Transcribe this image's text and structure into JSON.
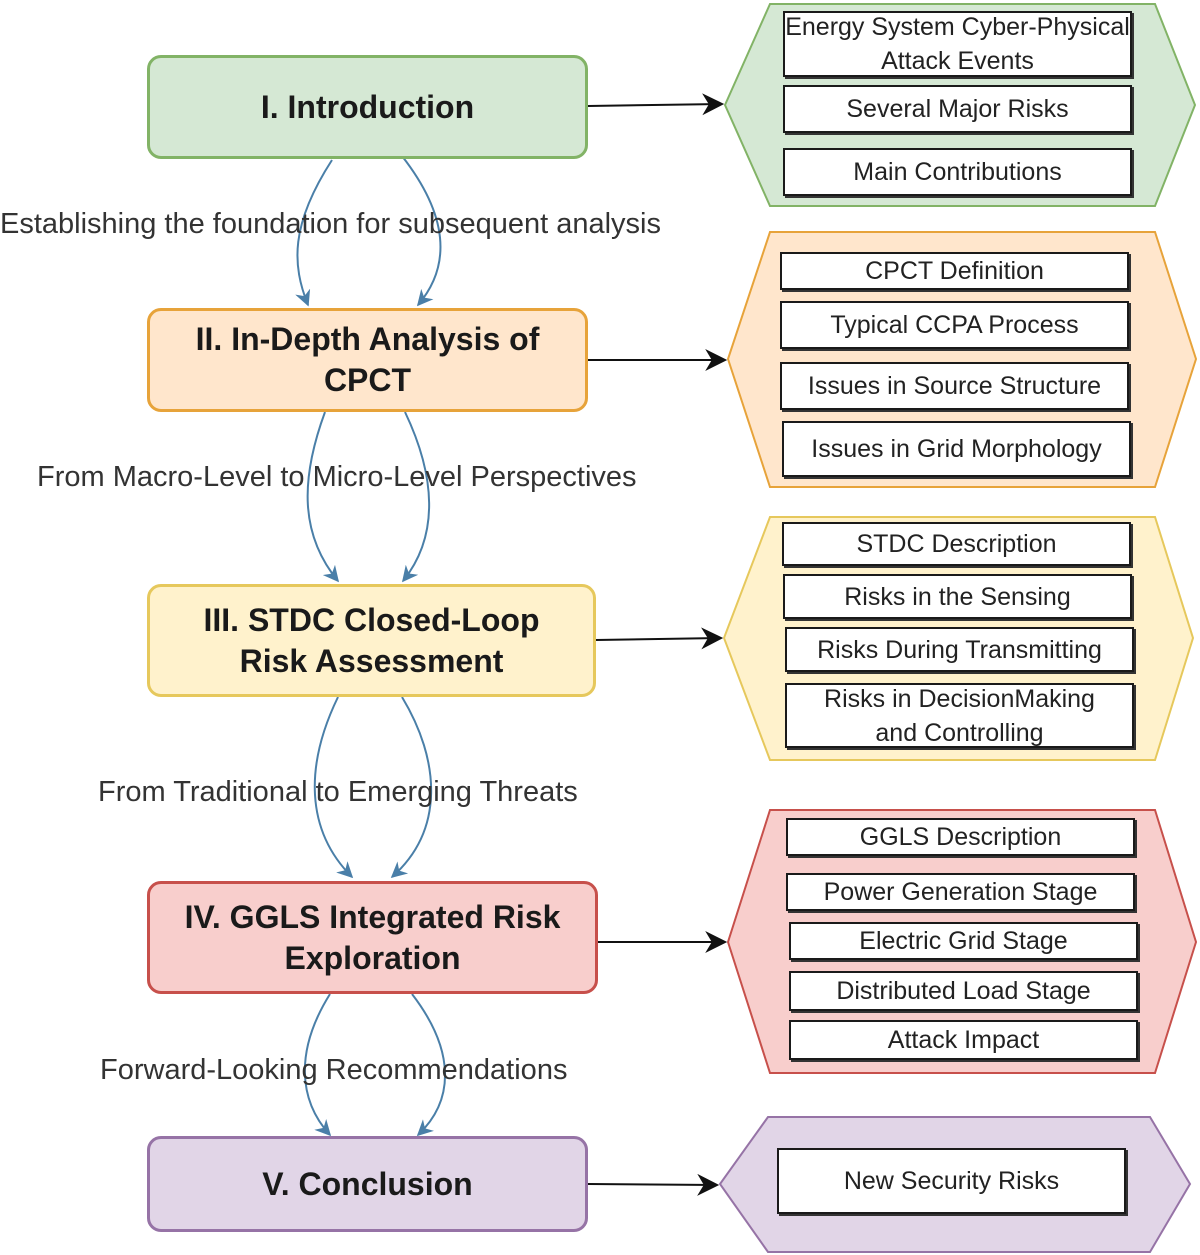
{
  "colors": {
    "intro": {
      "fill": "#d5e8d4",
      "stroke": "#82b366"
    },
    "cpct": {
      "fill": "#ffe6cc",
      "stroke": "#e7a33a"
    },
    "stdc": {
      "fill": "#fff2cc",
      "stroke": "#e6c85c"
    },
    "ggls": {
      "fill": "#f8cecc",
      "stroke": "#c7504b"
    },
    "conclusion": {
      "fill": "#e1d5e7",
      "stroke": "#9673a6"
    },
    "flow_arrow": "#4a7fa8",
    "link_arrow": "#111111"
  },
  "sections": [
    {
      "label": "I. Introduction"
    },
    {
      "label": "II. In-Depth Analysis of CPCT"
    },
    {
      "label": "III. STDC Closed-Loop Risk Assessment"
    },
    {
      "label": "IV. GGLS Integrated Risk Exploration"
    },
    {
      "label": "V. Conclusion"
    }
  ],
  "transitions": [
    {
      "label": "Establishing the foundation for subsequent analysis"
    },
    {
      "label": "From Macro-Level to Micro-Level Perspectives"
    },
    {
      "label": "From Traditional to Emerging Threats"
    },
    {
      "label": "Forward-Looking Recommendations"
    }
  ],
  "topic_groups": [
    {
      "items": [
        "Energy System Cyber-Physical Attack Events",
        "Several Major Risks",
        "Main Contributions"
      ]
    },
    {
      "items": [
        "CPCT  Definition",
        "Typical CCPA Process",
        "Issues in Source Structure",
        "Issues in Grid Morphology"
      ]
    },
    {
      "items": [
        "STDC Description",
        "Risks in the Sensing",
        "Risks During Transmitting",
        "Risks in DecisionMaking and Controlling"
      ]
    },
    {
      "items": [
        "GGLS Description",
        "Power Generation Stage",
        "Electric Grid Stage",
        "Distributed Load Stage",
        "Attack Impact"
      ]
    },
    {
      "items": [
        "New Security Risks"
      ]
    }
  ]
}
